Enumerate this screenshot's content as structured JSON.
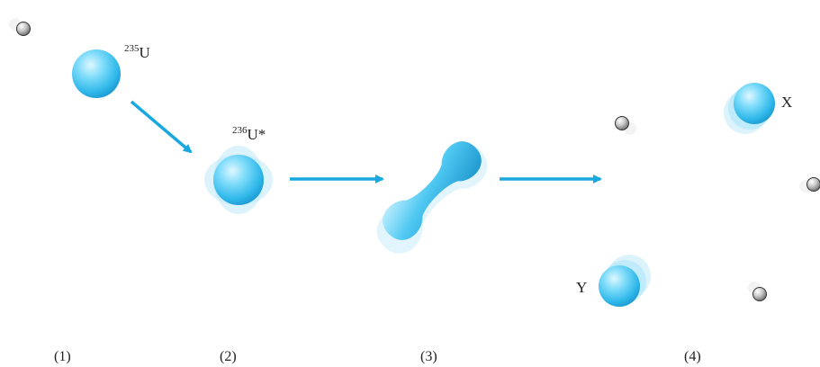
{
  "figure": {
    "nuclei": {
      "u235": {
        "mass": "235",
        "symbol": "U"
      },
      "u236": {
        "mass": "236",
        "symbol": "U*"
      },
      "fragment_x": "X",
      "fragment_y": "Y"
    },
    "stages": [
      "(1)",
      "(2)",
      "(3)",
      "(4)"
    ],
    "colors": {
      "nucleus_light": "#c9f0ff",
      "nucleus_mid": "#39c4f0",
      "nucleus_dark": "#1590c8",
      "arrow": "#19a9e0",
      "neutron_light": "#f2f2f2",
      "neutron_dark": "#5a5a5a"
    },
    "icons": [
      "neutron-icon",
      "nucleus-icon",
      "arrow-icon"
    ]
  }
}
